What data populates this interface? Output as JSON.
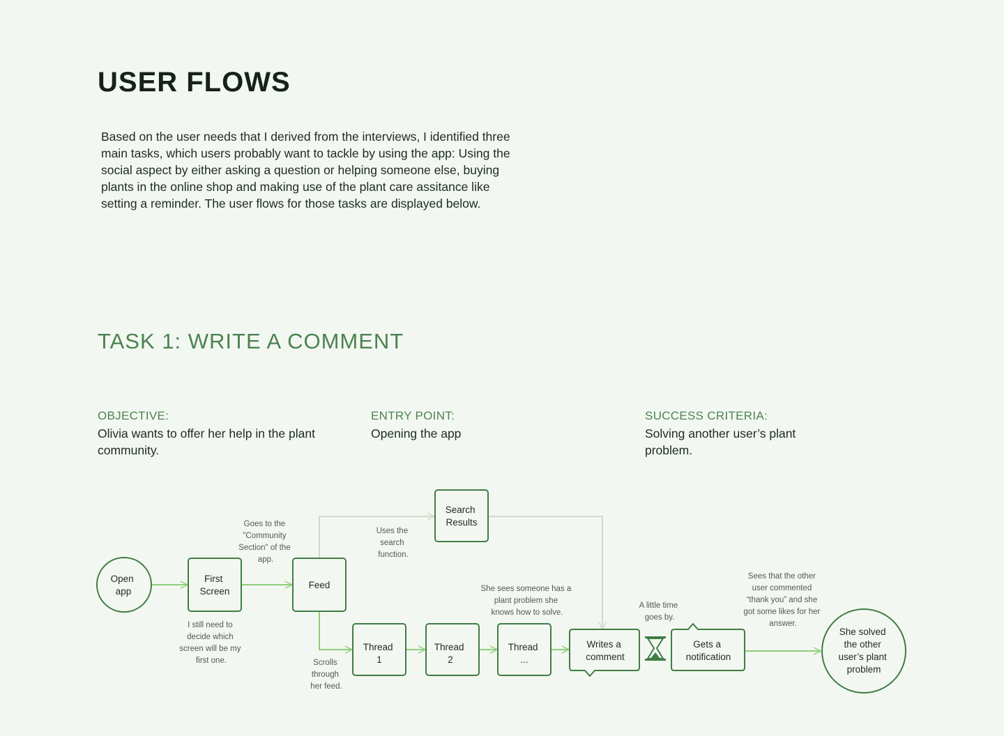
{
  "header": {
    "title": "USER FLOWS",
    "intro": "Based on the user needs that I derived from the interviews, I identified three main tasks, which users probably want to tackle by using the app: Using the social aspect by either asking a question or helping someone else, buying plants in the online shop and making use of the plant care assitance like setting a reminder. The user flows for those tasks are displayed below."
  },
  "task": {
    "title": "TASK 1: WRITE A COMMENT",
    "objective": {
      "label": "OBJECTIVE:",
      "text": "Olivia wants to offer her help in the plant community."
    },
    "entry": {
      "label": "ENTRY POINT:",
      "text": "Opening the app"
    },
    "success": {
      "label": "SUCCESS CRITERIA:",
      "text": "Solving another user’s plant problem."
    }
  },
  "flow": {
    "colors": {
      "primary": "#3f7d45",
      "arrow": "#8fce7a",
      "muted": "#cfdacd"
    },
    "nodes": {
      "open_app": [
        "Open",
        "app"
      ],
      "first_screen": [
        "First",
        "Screen"
      ],
      "feed": [
        "Feed"
      ],
      "search_results": [
        "Search",
        "Results"
      ],
      "thread1": [
        "Thread",
        "1"
      ],
      "thread2": [
        "Thread",
        "2"
      ],
      "thread3": [
        "Thread",
        "..."
      ],
      "writes_comment": [
        "Writes a",
        "comment"
      ],
      "notification": [
        "Gets a",
        "notification"
      ],
      "solved": [
        "She solved",
        "the other",
        "user’s plant",
        "problem"
      ]
    },
    "notes": {
      "community": [
        "Goes to the",
        "\"Community",
        "Section\" of the",
        "app."
      ],
      "first_screen": [
        "I still need to",
        "decide which",
        "screen will be my",
        "first one."
      ],
      "search": [
        "Uses the",
        "search",
        "function."
      ],
      "scrolls": [
        "Scrolls",
        "through",
        "her feed."
      ],
      "sees": [
        "She sees someone has a",
        "plant problem she",
        "knows how to solve."
      ],
      "time": [
        "A little time",
        "goes by."
      ],
      "thanks": [
        "Sees that the other",
        "user commented",
        "“thank you” and she",
        "got some likes for her",
        "answer."
      ]
    },
    "hourglass_icon": "hourglass-icon"
  }
}
